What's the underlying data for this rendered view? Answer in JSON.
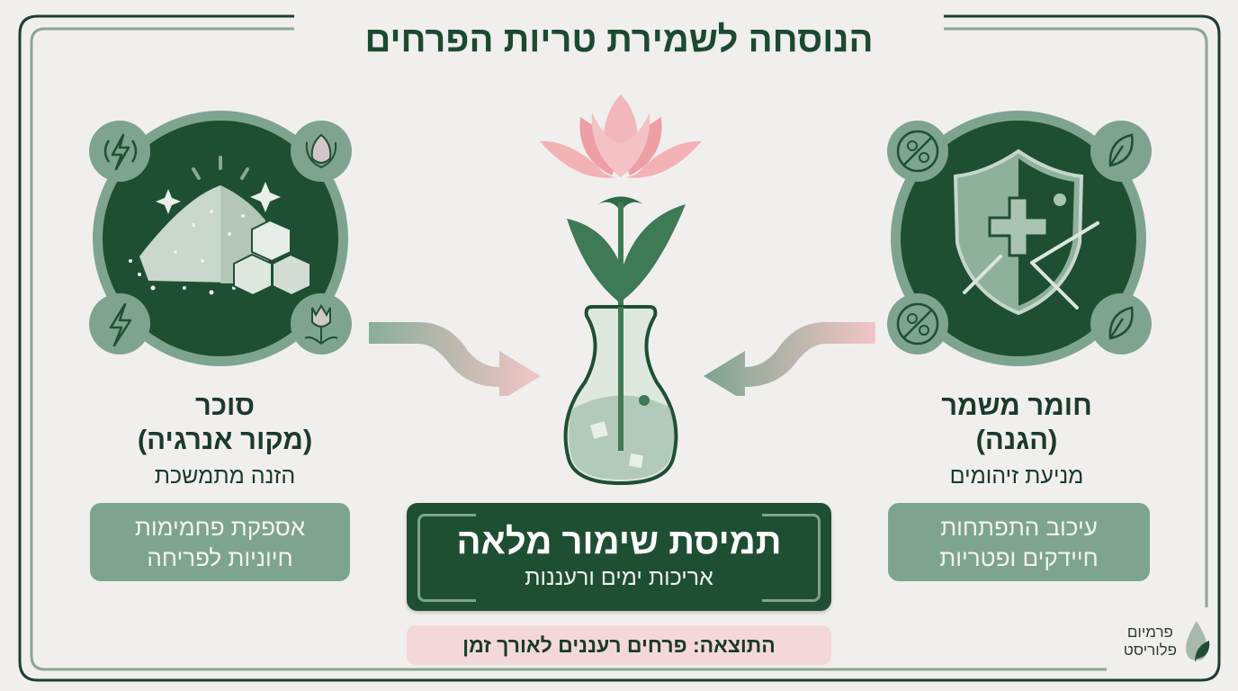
{
  "title": "הנוסחה לשמירת טריות הפרחים",
  "colors": {
    "background": "#f1efed",
    "dark_green": "#1f4f33",
    "sage_green": "#7ea48f",
    "pink": "#f4d8d9",
    "flower_pink": "#f0a3aa",
    "text_dark": "#1b3a29"
  },
  "left_panel": {
    "title": "סוכר",
    "title_paren": "(מקור אנרגיה)",
    "subtitle": "הזנה מתמשכת",
    "box_line1": "אספקת פחמימות",
    "box_line2": "חיוניות לפריחה",
    "illustration": "sugar-pile-and-cubes",
    "corner_icons": [
      "energy-cycle-icon",
      "flower-bud-icon",
      "lightning-icon",
      "tulip-icon"
    ]
  },
  "right_panel": {
    "title": "חומר משמר",
    "title_paren": "(הגנה)",
    "subtitle": "מניעת זיהומים",
    "box_line1": "עיכוב התפתחות",
    "box_line2": "חיידקים ופטריות",
    "illustration": "shield-with-cross",
    "corner_icons": [
      "no-bacteria-icon",
      "leaf-icon",
      "no-bacteria-icon",
      "leaf-icon"
    ]
  },
  "center": {
    "illustration": "pink-flower-in-vase",
    "main_title": "תמיסת שימור מלאה",
    "main_subtitle": "אריכות ימים ורעננות",
    "result": "התוצאה: פרחים רעננים לאורך זמן"
  },
  "brand": {
    "line1": "פרמיום",
    "line2": "פלוריסט",
    "logo": "water-drop-leaf-logo"
  }
}
